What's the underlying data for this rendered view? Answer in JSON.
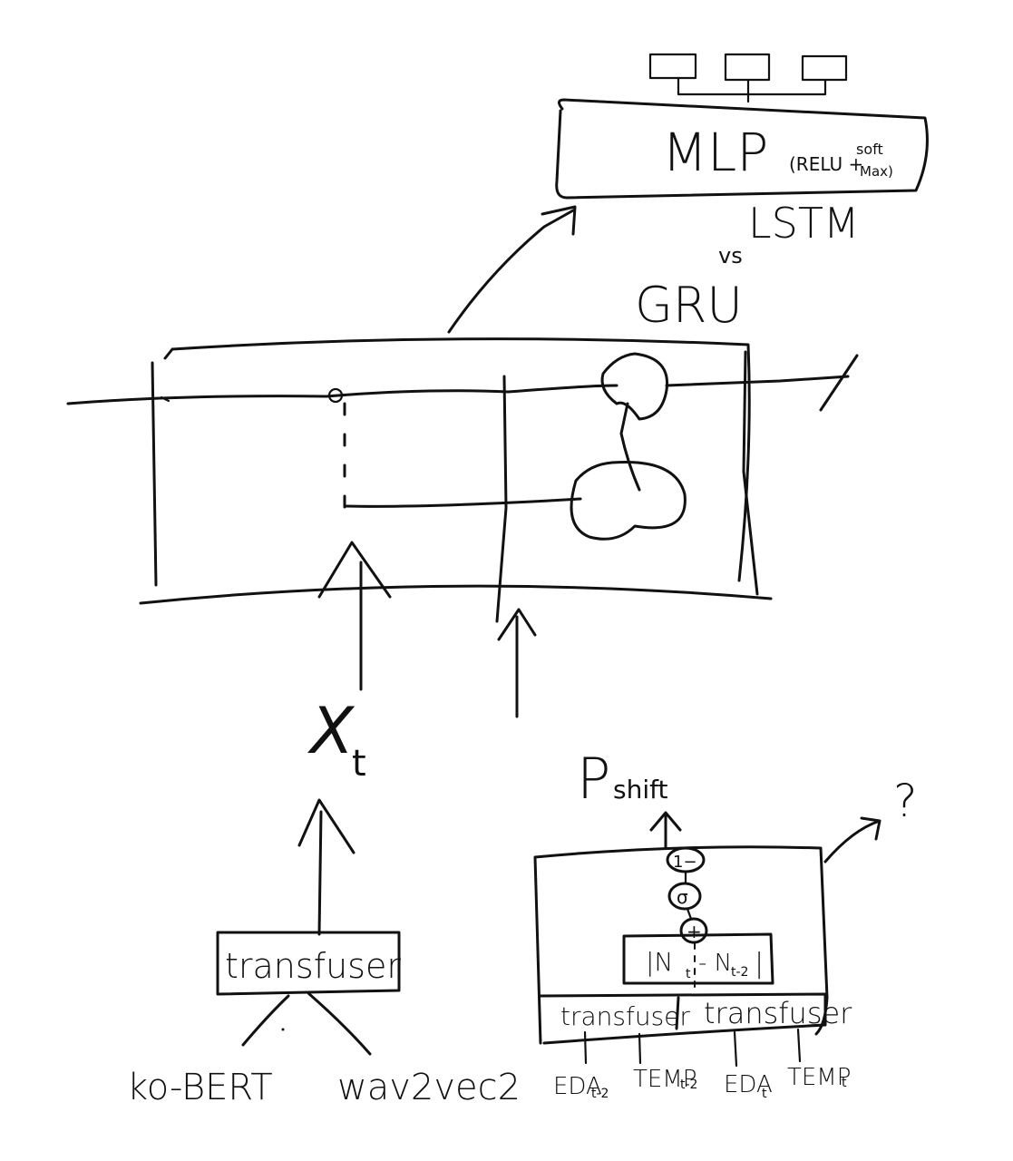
{
  "labels": {
    "class_1": "",
    "class_2": "",
    "class_3": "",
    "mlp": "MLP",
    "mlp_act_1": "(RELU +",
    "mlp_act_2": "soft",
    "mlp_act_3": "Max)",
    "lstm": "LSTM",
    "vs": "vs",
    "gru": "GRU",
    "xt_main": "X",
    "xt_sub": "t",
    "pshift_main": "P",
    "pshift_sub": "shift",
    "transfuser_left": "transfuser",
    "kobert": "ko-BERT",
    "wav2vec2": "wav2vec2",
    "op_one_minus": "1−",
    "op_sigma": "σ",
    "op_plus": "+",
    "diff_box": "|N",
    "diff_box_mid": "t",
    "diff_box_end": "- N",
    "diff_box_sub": "t-2",
    "diff_box_close": "|",
    "transfuser_r1": "transfuser",
    "transfuser_r2": "transfuser",
    "eda_t2": "EDA",
    "eda_t2_sub": "t-2",
    "temp_t2": "TEMP",
    "temp_t2_sub": "t-2",
    "eda_t": "EDA",
    "eda_t_sub": "t",
    "temp_t": "TEMP",
    "temp_t_sub": "t",
    "question": "?",
    "note_1": "",
    "note_2": ""
  }
}
